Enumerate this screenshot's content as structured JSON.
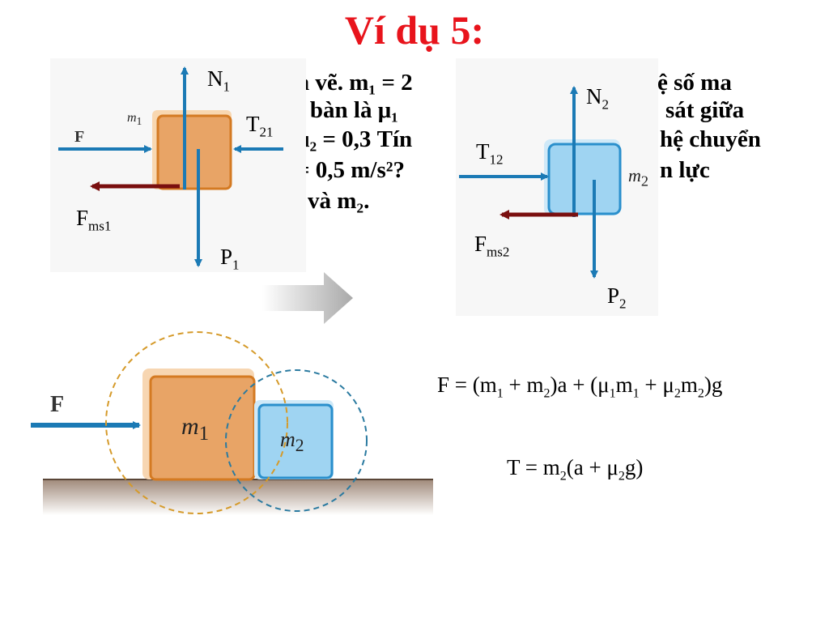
{
  "title": "Ví dụ 5:",
  "problem_lines": [
    "h vẽ. m₁ = 2",
    "ệ số ma",
    "t bàn là μ₁",
    "sát giữa",
    "μ₂ = 0,3 Tín",
    "hệ chuyển",
    "= 0,5 m/s²?",
    "n lực",
    "và m₂."
  ],
  "diagram1": {
    "mass": {
      "main": "m",
      "sub": "1"
    },
    "force_F": "F",
    "N": {
      "main": "N",
      "sub": "1"
    },
    "T": {
      "main": "T",
      "sub": "21"
    },
    "Fms": {
      "main": "F",
      "sub": "ms1"
    },
    "P": {
      "main": "P",
      "sub": "1"
    }
  },
  "diagram2": {
    "mass": {
      "main": "m",
      "sub": "2"
    },
    "N": {
      "main": "N",
      "sub": "2"
    },
    "T": {
      "main": "T",
      "sub": "12"
    },
    "Fms": {
      "main": "F",
      "sub": "ms2"
    },
    "P": {
      "main": "P",
      "sub": "2"
    }
  },
  "system": {
    "force_F": "F",
    "mass1": {
      "main": "m",
      "sub": "1"
    },
    "mass2": {
      "main": "m",
      "sub": "2"
    }
  },
  "formulas": {
    "F": {
      "parts": [
        "F = (m",
        "1",
        " + m",
        "2",
        ")a + (μ",
        "1",
        "m",
        "1",
        " + μ",
        "2",
        "m",
        "2",
        ")g"
      ]
    },
    "T": {
      "parts": [
        "T = m",
        "2",
        "(a + μ",
        "2",
        "g)"
      ]
    }
  },
  "colors": {
    "title": "#e8141c",
    "arrow_blue": "#1b7ab5",
    "arrow_friction": "#7a0f0f",
    "block1": "#e8a466",
    "block1_edge": "#d47a22",
    "block2": "#9fd4f2",
    "block2_edge": "#2a8fcc",
    "circle1": "#d59a2a",
    "circle2": "#2a7aa0"
  }
}
